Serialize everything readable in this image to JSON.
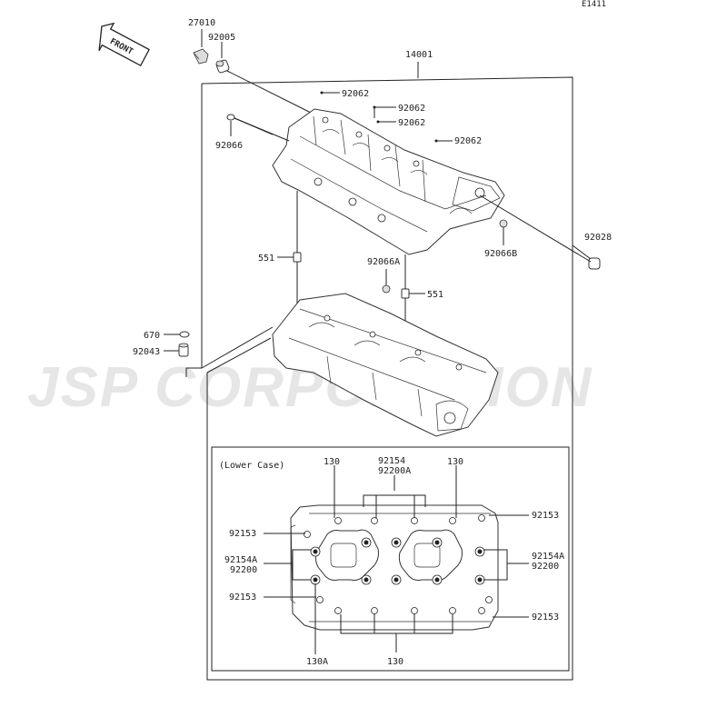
{
  "diagram_code": "E1411",
  "front_arrow": {
    "label": "FRONT",
    "icon": "front-arrow-icon"
  },
  "watermark": "JSP CORPORATION",
  "lower_case_title": "(Lower Case)",
  "parts": {
    "p27010": "27010",
    "p92005": "92005",
    "p14001": "14001",
    "p92062_a": "92062",
    "p92062_b": "92062",
    "p92062_c": "92062",
    "p92062_d": "92062",
    "p92066": "92066",
    "p92028": "92028",
    "p92066b": "92066B",
    "p551_a": "551",
    "p92066a": "92066A",
    "p551_b": "551",
    "p670": "670",
    "p92043": "92043"
  },
  "lower_parts": {
    "l130_tl": "130",
    "l92154_top": "92154",
    "l92200a_top": "92200A",
    "l130_tr": "130",
    "l92153_r1": "92153",
    "l92153_l1": "92153",
    "l92154a_l": "92154A",
    "l92200_l": "92200",
    "l92154a_r": "92154A",
    "l92200_r": "92200",
    "l92153_l2": "92153",
    "l92153_r2": "92153",
    "l130a_bot": "130A",
    "l130_bot": "130"
  }
}
